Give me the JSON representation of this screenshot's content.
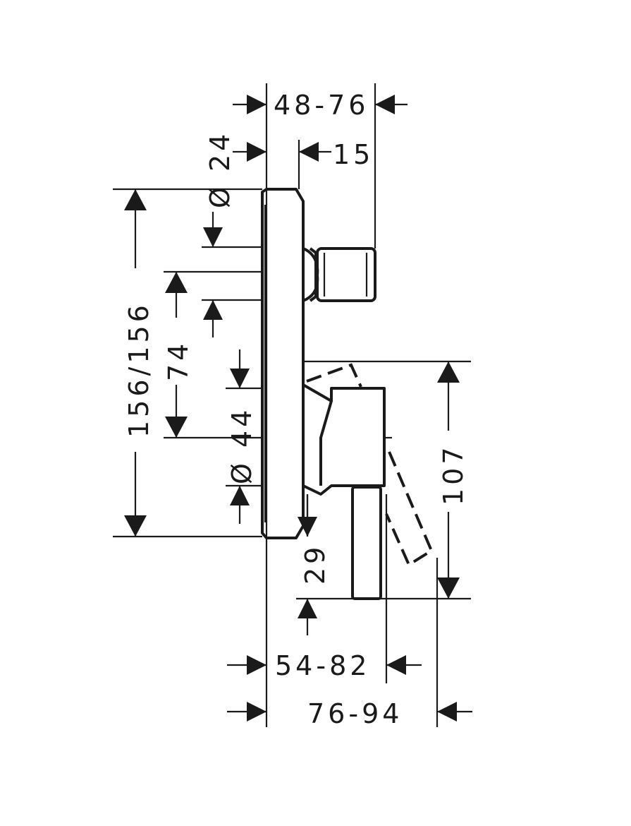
{
  "dimensions": {
    "top_width": "48-76",
    "diameter_upper": "Ø 24",
    "offset_15": "15",
    "total_height": "156/156",
    "spacing_74": "74",
    "diameter_lower": "Ø 44",
    "lever_height": "107",
    "bottom_29": "29",
    "depth_inner": "54-82",
    "depth_outer": "76-94"
  }
}
